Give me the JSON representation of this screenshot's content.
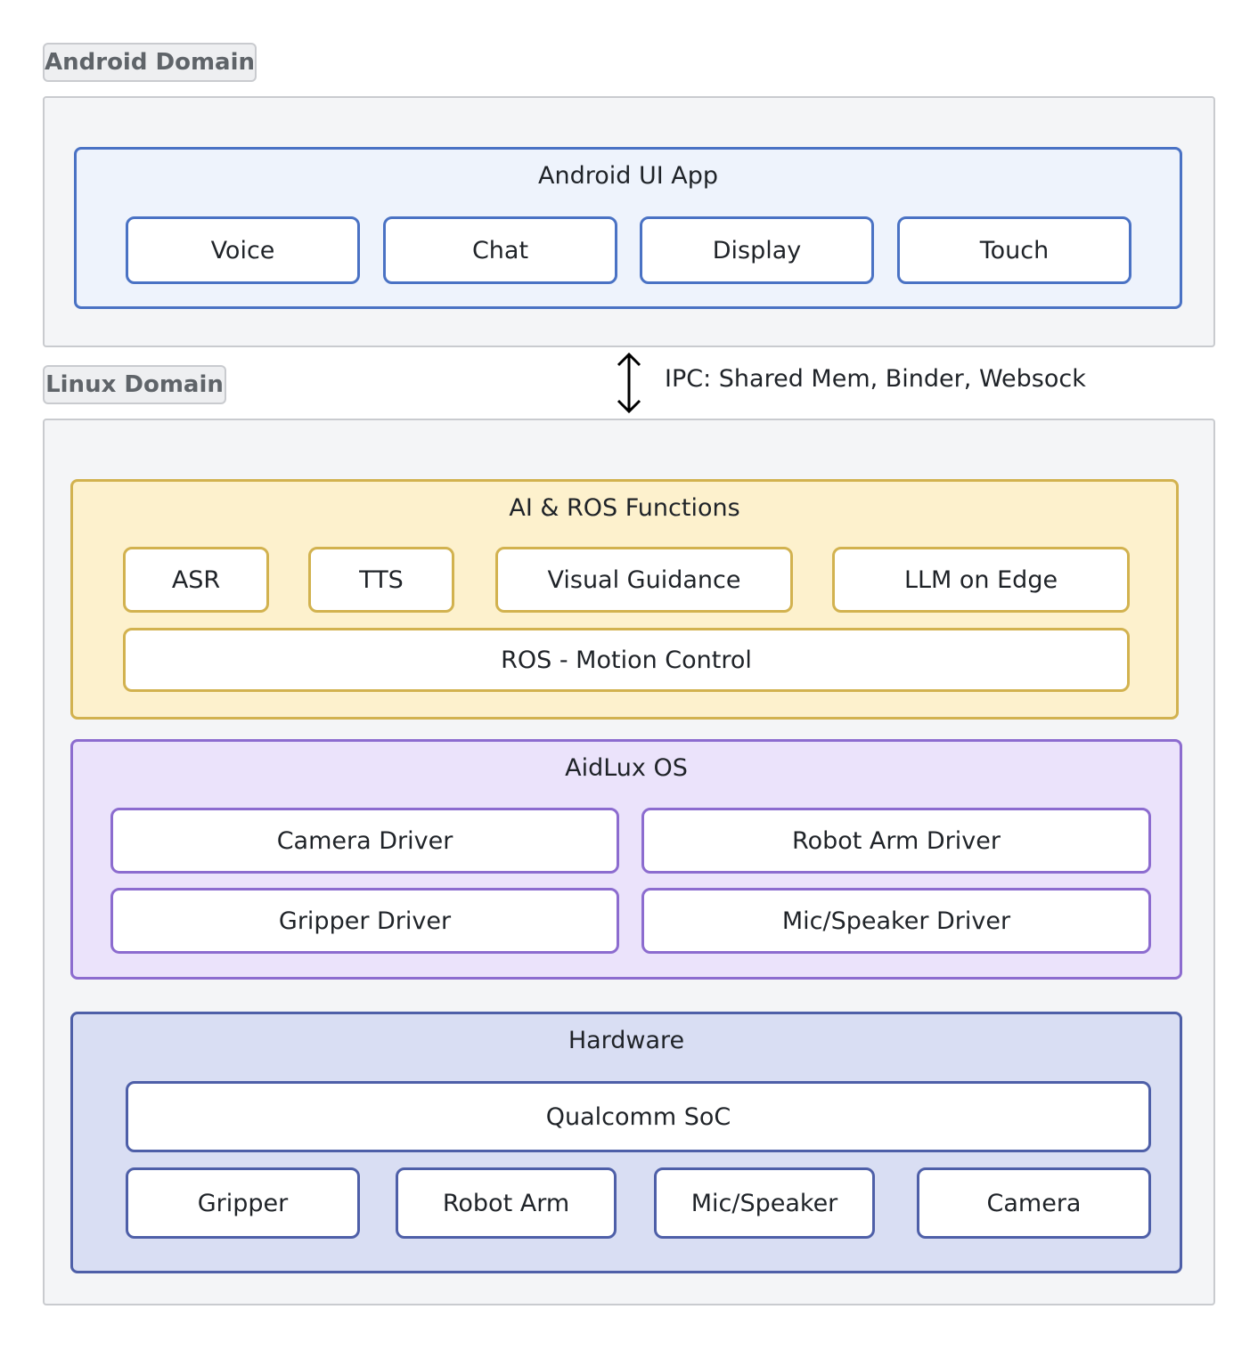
{
  "android_domain": {
    "label": "Android Domain",
    "app": {
      "title": "Android UI App",
      "items": [
        "Voice",
        "Chat",
        "Display",
        "Touch"
      ]
    }
  },
  "ipc": {
    "label": "IPC: Shared Mem, Binder, Websock",
    "icon": "double-arrow-vertical"
  },
  "linux_domain": {
    "label": "Linux Domain",
    "ai_ros": {
      "title": "AI & ROS Functions",
      "items": [
        "ASR",
        "TTS",
        "Visual Guidance",
        "LLM on Edge"
      ],
      "wide": "ROS - Motion Control"
    },
    "aidlux": {
      "title": "AidLux OS",
      "items": [
        "Camera Driver",
        "Robot Arm Driver",
        "Gripper Driver",
        "Mic/Speaker Driver"
      ]
    },
    "hardware": {
      "title": "Hardware",
      "wide": "Qualcomm SoC",
      "items": [
        "Gripper",
        "Robot Arm",
        "Mic/Speaker",
        "Camera"
      ]
    }
  },
  "colors": {
    "android_fill": "#eef3fc",
    "android_border": "#4a72c4",
    "ai_fill": "#fdf1cd",
    "ai_border": "#d2b24f",
    "aidlux_fill": "#ebe3fb",
    "aidlux_border": "#8c6ccf",
    "hw_fill": "#d9def3",
    "hw_border": "#4e5fa8"
  }
}
